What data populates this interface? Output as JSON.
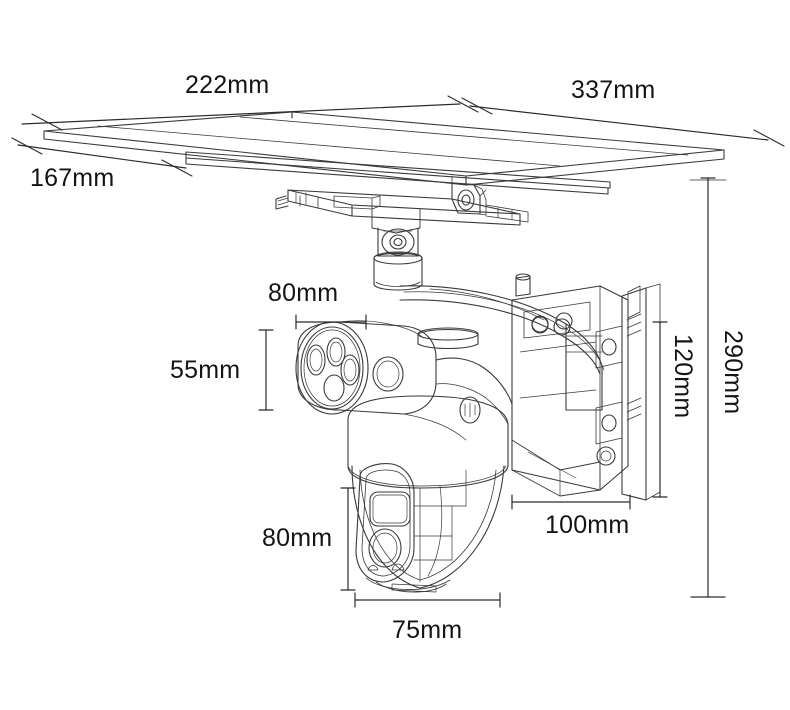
{
  "drawing": {
    "title": "Solar Powered Dual-Lens PTZ Camera Dimension Drawing",
    "units": "mm",
    "background_color": "#ffffff",
    "line_color": "#3a3a3a",
    "text_color": "#141414"
  },
  "dimensions": {
    "panel_width": "222mm",
    "panel_length": "337mm",
    "panel_depth": "167mm",
    "bullet_head_width": "80mm",
    "bullet_head_height": "55mm",
    "dome_height": "80mm",
    "dome_width": "75mm",
    "bracket_depth": "100mm",
    "wall_plate_height": "120mm",
    "total_height": "290mm"
  },
  "parts": {
    "solar_panel": "solar-panel",
    "mount_rail": "mount-rail",
    "swivel_joint": "swivel-joint",
    "support_arm": "support-arm",
    "bullet_camera": "bullet-camera-head",
    "ptz_dome": "ptz-dome-camera",
    "wall_bracket": "wall-bracket",
    "antenna": "antenna"
  }
}
